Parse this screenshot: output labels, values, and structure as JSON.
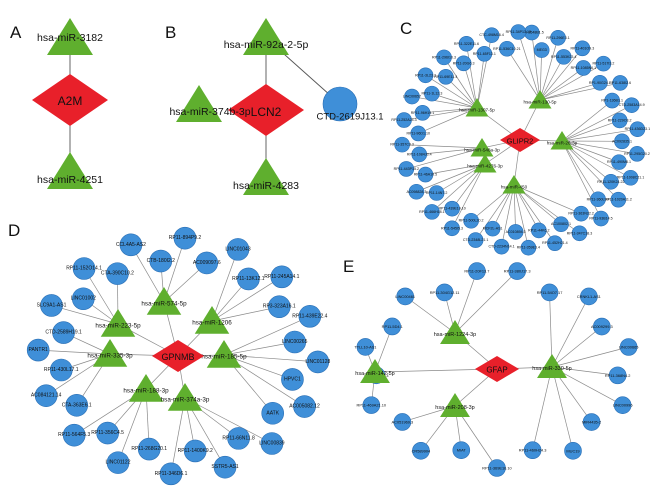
{
  "colors": {
    "mirna": "#5FAF2E",
    "gene": "#E8202A",
    "lncrna": "#3F8FD8",
    "lncrna_stroke": "#2A6FB5",
    "edge": "#8a8a8a"
  },
  "panels": {
    "A": {
      "letter": "A",
      "gene": "A2M",
      "mirnas": [
        "hsa-miR-3182",
        "hsa-miR-4251"
      ]
    },
    "B": {
      "letter": "B",
      "gene": "LCN2",
      "mirnas": [
        "hsa-miR-92a-2-5p",
        "hsa-miR-374b-3p",
        "hsa-miR-4283"
      ],
      "lncrnas": [
        "CTD-2619J13.1"
      ]
    },
    "C": {
      "letter": "C",
      "gene": "GLIPR2",
      "mirnas": [
        "hsa-miR-130-5p",
        "hsa-miR-1307-5p",
        "hsa-miR-26-3p",
        "hsa-miR-548a-3p",
        "hsa-miR-4276-3p",
        "hsa-miR-450"
      ],
      "lncrnas": [
        "CTD-2548B1.5",
        "MEG3",
        "RP11-296E3.1",
        "RP11-553K23.4",
        "RP11-401O9.3",
        "RP11-1085N6.1",
        "RP11-517I3.2",
        "RP1-90G24.1",
        "RP11-638I2.6",
        "RP1-136B1.1",
        "CTD-2583A14.9",
        "RP11-229O3.2",
        "RP11-436D23.1",
        "AC092835.1",
        "RP11-295G20.2",
        "RP11-490M8.1",
        "RP11-1008C21.1",
        "RP11-120K24.22",
        "RP11-1020A11.2",
        "RP11-360L9.4",
        "RP11-93B14.5",
        "RP11-363N22.2",
        "RP11-347C18.3",
        "AC100802.1",
        "RP11-452H21.4",
        "RP11-44K6.2",
        "RP11-359E3.4",
        "AC010894.3",
        "CTD-2234N14.1",
        "MCF2L-AS1",
        "CTD-2348L21.1",
        "RP11-500L20.2",
        "RP11-545I5.3",
        "RP11-439E19.10",
        "RP11-466H18.1",
        "RP11-14N7.2",
        "AC098828.3",
        "RP11-46A10.5",
        "RP11-443P15.2",
        "RP11-1084J3.4",
        "RP11-357C3.3",
        "RP11-96D1.10",
        "RP11-252A24.3",
        "RP11-96H19.1",
        "LINC00657",
        "RP11-1L12.3",
        "RP11-3L23.3",
        "RP11-69E11.4",
        "RP11-296I10.3",
        "RP11-20G6.3",
        "RP11-322E11.6",
        "RP11-65F13.1",
        "CTC-498M16.4",
        "RP11-536C10.21",
        "RP11-34P13.13"
      ]
    },
    "D": {
      "letter": "D",
      "gene": "GPNMB",
      "mirnas": [
        "hsa-miR-574-5p",
        "hsa-miR-223-5p",
        "hsa-miR-1206",
        "hsa-miR-335-3p",
        "hsa-miR-185-5p",
        "hsa-miR-188-3p",
        "hsa-miR-374a-3p"
      ],
      "lncrnas": [
        "RP11-894P9.2",
        "AC009097.6",
        "LINC01043",
        "RP11-13K12.1",
        "RP11-245A14.1",
        "RP3-323A16.1",
        "RP11-439E22.4",
        "LINC00265",
        "LINC01128",
        "HPVC1",
        "AC005082.12",
        "AATK",
        "LINC00839",
        "RP11-66N11.8",
        "SSTR5-AS1",
        "RP11-1400K9.2",
        "RP11-346D6.1",
        "RP11-268G20.1",
        "LINC01122",
        "RP11-356C4.5",
        "RP11-564F5.3",
        "CTA-363E6.1",
        "AC084121.14",
        "RP11-430L17.1",
        "PANTR1",
        "CTD-2589H19.1",
        "SLC9A1-AS1",
        "LINC01002",
        "RP11-152O14.1",
        "CTA-390C10.2",
        "CCL4A5-AS2",
        "CTB-180I2.2"
      ]
    },
    "E": {
      "letter": "E",
      "gene": "GFAP",
      "mirnas": [
        "hsa-miR-1224-3p",
        "hsa-miR-142-5p",
        "hsa-miR-330-5p",
        "hsa-miR-208-3p"
      ],
      "lncrnas": [
        "RP11-380J17.3",
        "RP11-54O7.17",
        "CRNKL1-AS1",
        "AC009299.3",
        "LINC00665",
        "RP11-368N4.2",
        "LINC00996",
        "MIR4435-2",
        "MUC19",
        "RP11-460H24.3",
        "RP11-369E16.10",
        "MIAT",
        "CR589904",
        "AC051969.3",
        "RP11-469A21.10",
        "RP11-464K13",
        "TTLL10-AS1",
        "RP11-5D4.1",
        "LINC00461",
        "RP11-304G12.11",
        "RP11-20F13.7"
      ]
    }
  }
}
